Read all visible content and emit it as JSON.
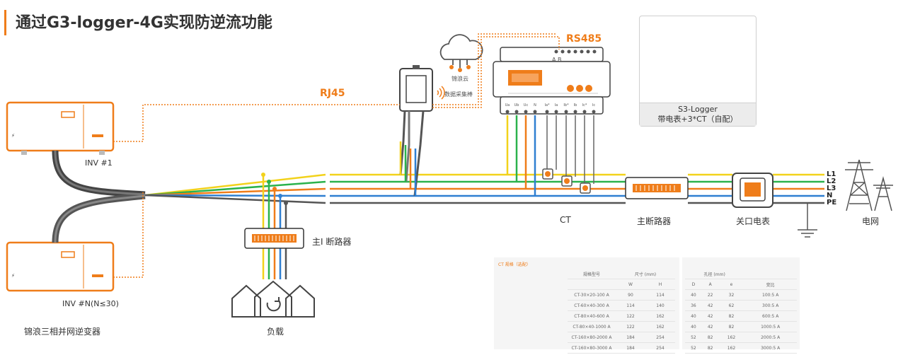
{
  "title": "通过G3-logger-4G实现防逆流功能",
  "labels": {
    "rj45": "RJ45",
    "rs485": "RS485",
    "cloud": "锦浪云",
    "data_collector": "数据采集棒",
    "inv1": "INV #1",
    "invn": "INV #N(N≤30)",
    "inverter_group": "锦浪三相并网逆变器",
    "load_breaker": "主I 断路器",
    "load": "负载",
    "ct": "CT",
    "main_breaker": "主断路器",
    "gate_meter": "关口电表",
    "grid": "电网",
    "kit_line1": "S3-Logger",
    "kit_line2": "带电表+3*CT（自配）",
    "meter_terminals": "A    B"
  },
  "phases": [
    "L1",
    "L2",
    "L3",
    "N",
    "PE"
  ],
  "meter_bottom_terminals": [
    "Ua",
    "Ub",
    "Uc",
    "N",
    "Ia*",
    "Ia",
    "Ib*",
    "Ib",
    "Ic*",
    "Ic"
  ],
  "colors": {
    "L1": "#f2d21b",
    "L2": "#2bb24c",
    "L3": "#ef7d1a",
    "N": "#2f7fd1",
    "PE": "#555555",
    "accent": "#ef7d1a"
  },
  "spec_table": {
    "title": "CT 规格（选配）",
    "headers_left": [
      "规格型号",
      "尺寸 (mm)",
      "W",
      "H"
    ],
    "headers_right": [
      "孔径 (mm)",
      "D",
      "A",
      "e",
      "变比"
    ],
    "rows": [
      [
        "CT-30×20-100 A",
        "90",
        "114",
        "40",
        "22",
        "32",
        "100:5 A"
      ],
      [
        "CT-60×40-300 A",
        "114",
        "140",
        "36",
        "42",
        "62",
        "300:5 A"
      ],
      [
        "CT-80×40-600 A",
        "122",
        "162",
        "40",
        "42",
        "82",
        "600:5 A"
      ],
      [
        "CT-80×40-1000 A",
        "122",
        "162",
        "40",
        "42",
        "82",
        "1000:5 A"
      ],
      [
        "CT-160×80-2000 A",
        "184",
        "254",
        "52",
        "82",
        "162",
        "2000:5 A"
      ],
      [
        "CT-160×80-3000 A",
        "184",
        "254",
        "52",
        "82",
        "162",
        "3000:5 A"
      ]
    ]
  }
}
